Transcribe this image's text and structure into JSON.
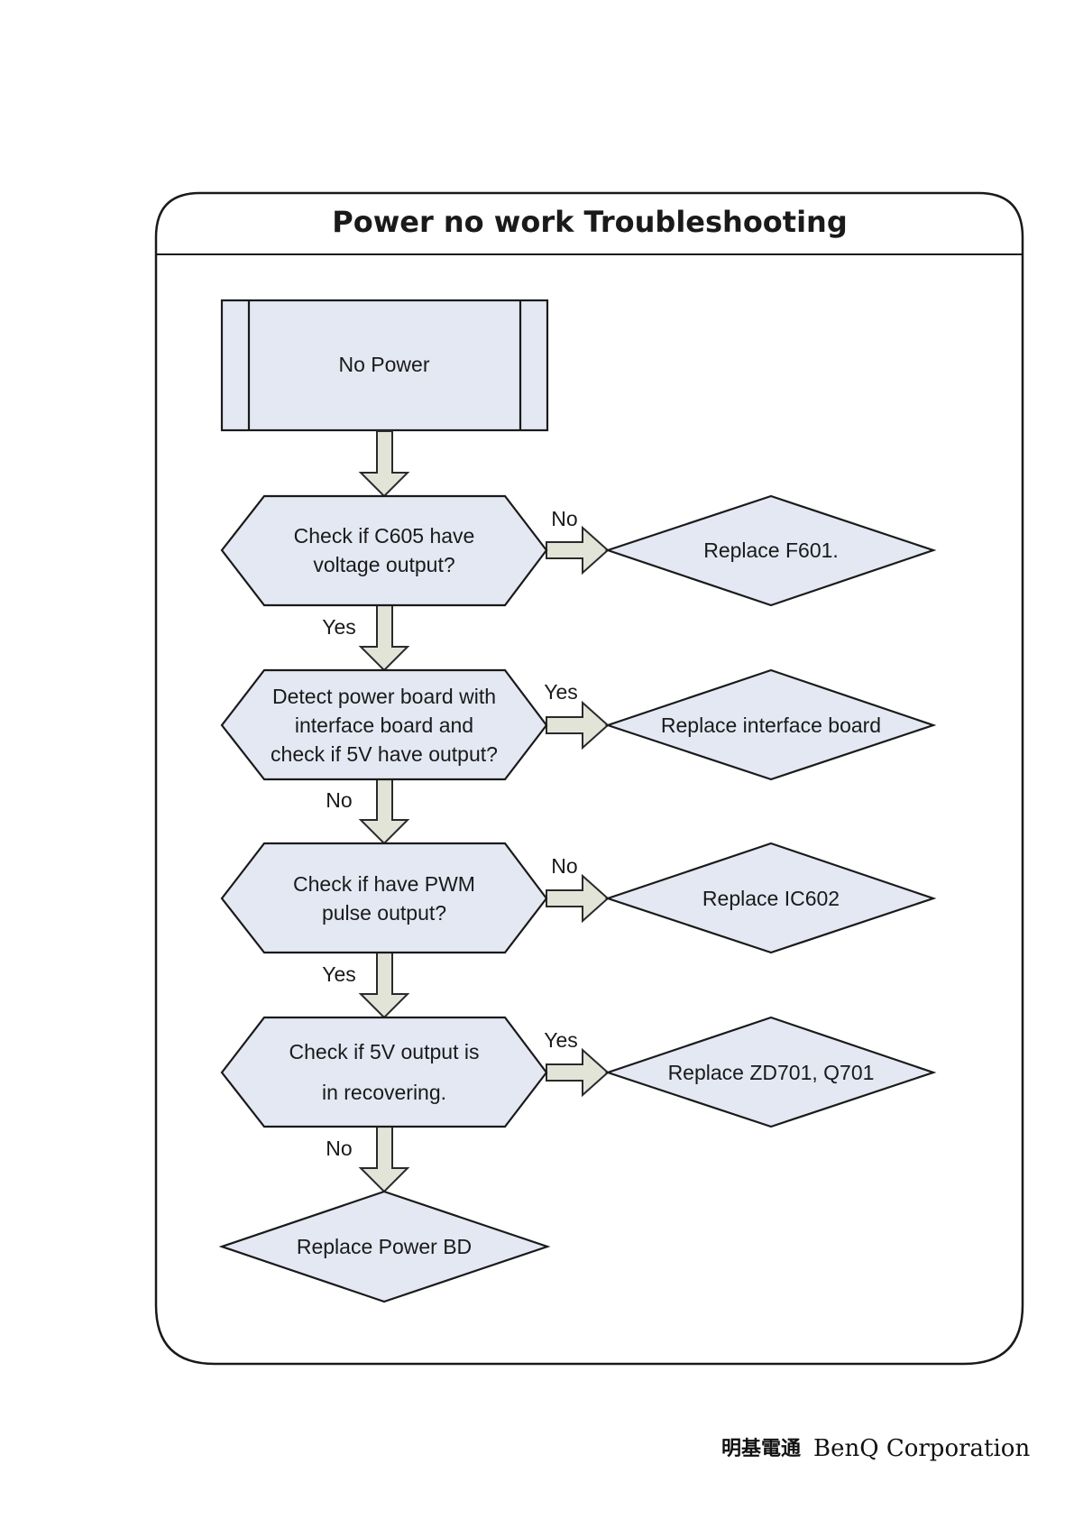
{
  "title": "Power no work Troubleshooting",
  "nodes": {
    "start": "No Power",
    "check_c605": [
      "Check if C605 have",
      "voltage output?"
    ],
    "replace_f601": "Replace F601.",
    "detect_power_board": [
      "Detect power board with",
      "interface board and",
      "check if 5V have output?"
    ],
    "replace_interface": "Replace interface board",
    "check_pwm": [
      "Check if have PWM",
      "pulse output?"
    ],
    "replace_ic602": "Replace IC602",
    "check_5v_recover": [
      "Check if 5V output is",
      "in recovering."
    ],
    "replace_zd701": "Replace ZD701,  Q701",
    "replace_power_bd": "Replace Power BD"
  },
  "edges": {
    "c605_no": "No",
    "c605_yes": "Yes",
    "detect_yes": "Yes",
    "detect_no": "No",
    "pwm_no": "No",
    "pwm_yes": "Yes",
    "recover_yes": "Yes",
    "recover_no": "No"
  },
  "footer": {
    "company_cn": "明基電通",
    "company_en": "BenQ Corporation"
  },
  "colors": {
    "node_fill": "#e3e8f3",
    "arrow_fill": "#e3e4d8",
    "border": "#1a1a1a"
  }
}
